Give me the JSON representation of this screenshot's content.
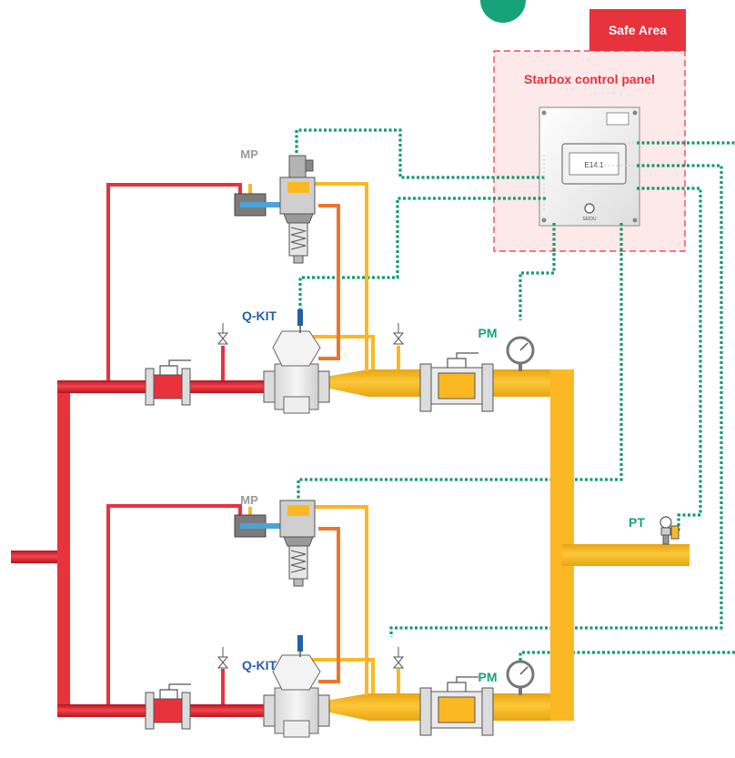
{
  "safe_area": {
    "label": "Safe Area"
  },
  "control_panel": {
    "label": "Starbox control panel",
    "display_text": "E14.1",
    "button_text": "SEIDU"
  },
  "line_1": {
    "pilot_label": "MP",
    "qkit_label": "Q-KIT",
    "gauge_label": "PM"
  },
  "line_2": {
    "pilot_label": "MP",
    "qkit_label": "Q-KIT",
    "gauge_label": "PM"
  },
  "transmitter": {
    "label": "PT"
  },
  "colors": {
    "inlet_pipe": "#e8323c",
    "outlet_pipe": "#fbb823",
    "signal_wire": "#0f9b73",
    "safe_area": "#e8323c",
    "label_grey": "#9a9a9a",
    "label_green": "#17a37a",
    "label_blue": "#2460a7"
  }
}
